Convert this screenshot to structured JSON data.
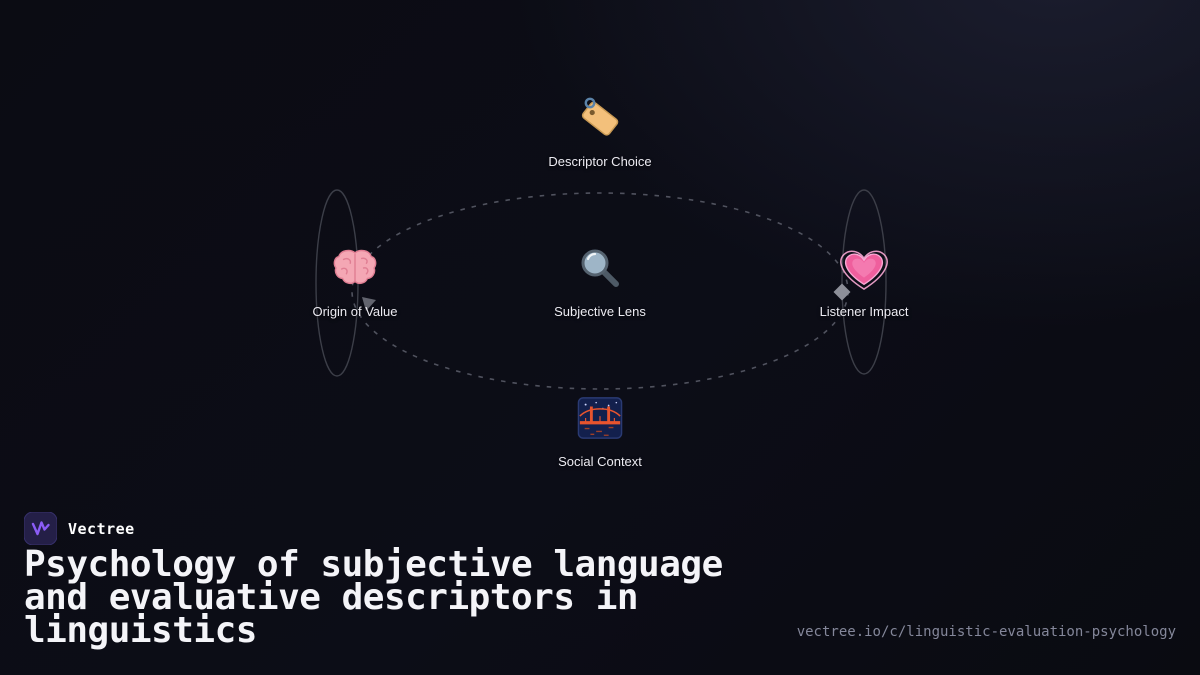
{
  "brand": {
    "name": "Vectree"
  },
  "title": {
    "lines": [
      "Psychology of subjective language",
      "and evaluative descriptors in",
      "linguistics"
    ]
  },
  "footer": {
    "url": "vectree.io/c/linguistic-evaluation-psychology"
  },
  "diagram": {
    "nodes": [
      {
        "id": "descriptor-choice",
        "label": "Descriptor Choice",
        "icon": "tag-icon"
      },
      {
        "id": "origin-of-value",
        "label": "Origin of Value",
        "icon": "brain-icon"
      },
      {
        "id": "subjective-lens",
        "label": "Subjective Lens",
        "icon": "magnifier-icon"
      },
      {
        "id": "listener-impact",
        "label": "Listener Impact",
        "icon": "heart-icon"
      },
      {
        "id": "social-context",
        "label": "Social Context",
        "icon": "bridge-icon"
      }
    ]
  },
  "colors": {
    "background": "#0b0c13",
    "accent": "#8b5cf6",
    "curve": "#50525e",
    "ring": "#3c3e48",
    "label_text": "#ecebf2",
    "title_text": "#f4f4f8",
    "url_text": "#84879a"
  }
}
